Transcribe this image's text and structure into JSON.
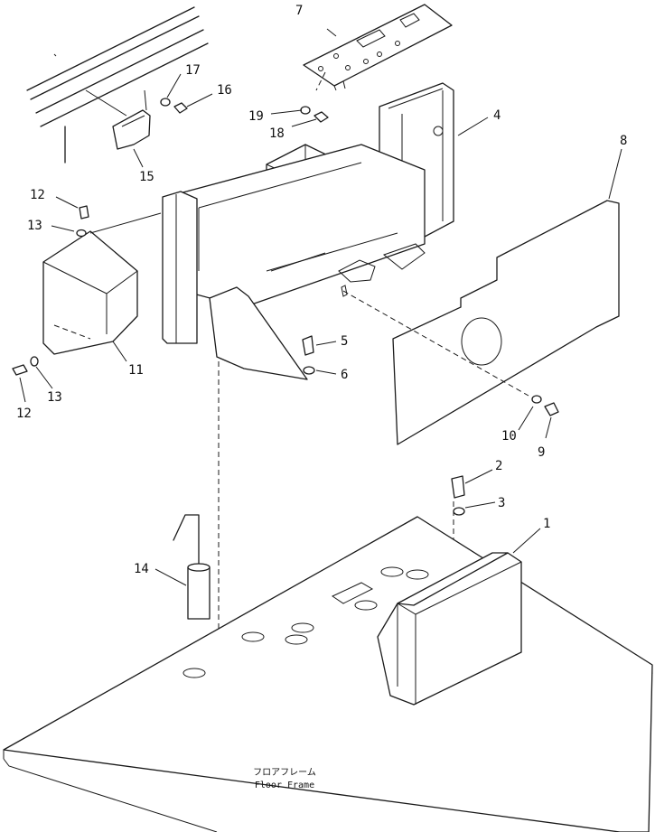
{
  "caption": {
    "jp": "フロアフレーム",
    "en": "Floor Frame"
  },
  "callouts": [
    {
      "id": "c1",
      "label": "1"
    },
    {
      "id": "c2",
      "label": "2"
    },
    {
      "id": "c3",
      "label": "3"
    },
    {
      "id": "c4",
      "label": "4"
    },
    {
      "id": "c5",
      "label": "5"
    },
    {
      "id": "c6",
      "label": "6"
    },
    {
      "id": "c7",
      "label": "7"
    },
    {
      "id": "c8",
      "label": "8"
    },
    {
      "id": "c9",
      "label": "9"
    },
    {
      "id": "c10",
      "label": "10"
    },
    {
      "id": "c11",
      "label": "11"
    },
    {
      "id": "c12a",
      "label": "12"
    },
    {
      "id": "c12b",
      "label": "12"
    },
    {
      "id": "c13a",
      "label": "13"
    },
    {
      "id": "c13b",
      "label": "13"
    },
    {
      "id": "c14",
      "label": "14"
    },
    {
      "id": "c15",
      "label": "15"
    },
    {
      "id": "c16",
      "label": "16"
    },
    {
      "id": "c17",
      "label": "17"
    },
    {
      "id": "c18",
      "label": "18"
    },
    {
      "id": "c19",
      "label": "19"
    }
  ]
}
